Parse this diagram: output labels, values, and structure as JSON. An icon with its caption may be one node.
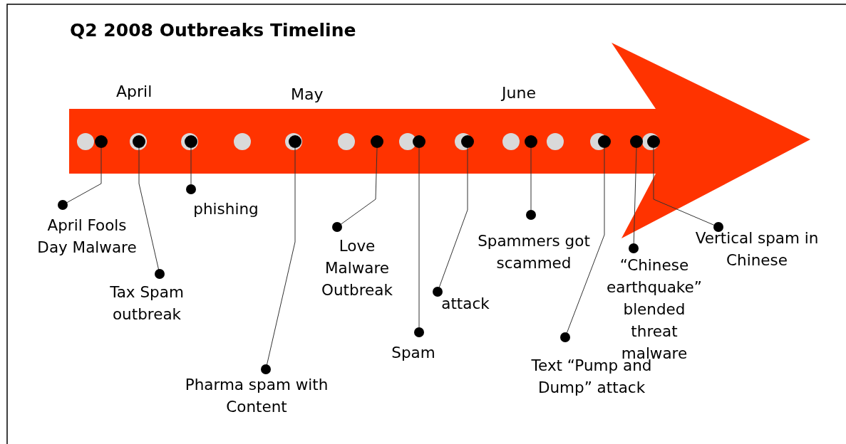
{
  "diagram": {
    "title": "Q2 2008 Outbreaks Timeline",
    "nodes": [
      {
        "text": [
          "April Fools Day Malware"
        ]
      },
      {
        "text": [
          "Tax Spam outbreak"
        ]
      },
      {
        "text": [
          "phishing"
        ]
      },
      {
        "text": [
          "Pharma spam with Content"
        ]
      },
      {
        "text": [
          "Love Malware Outbreak"
        ]
      },
      {
        "text": [
          "Spam"
        ]
      },
      {
        "text": [
          "attack"
        ]
      },
      {
        "text": [
          "Spammers got scammed"
        ]
      },
      {
        "text": [
          "Text “Pump and Dump” attack"
        ]
      },
      {
        "text": [
          "“Chinese earthquake” blended threat malware"
        ]
      },
      {
        "text": [
          "Vertical spam in Chinese"
        ]
      },
      {
        "text": [],
        "shape": "circle"
      },
      {
        "text": [],
        "shape": "circle"
      },
      {
        "text": [],
        "shape": "circle"
      },
      {
        "text": [],
        "shape": "circle"
      },
      {
        "text": [],
        "shape": "circle"
      },
      {
        "text": [],
        "shape": "circle"
      },
      {
        "text": [],
        "shape": "circle"
      },
      {
        "text": [],
        "shape": "circle"
      },
      {
        "text": [],
        "shape": "circle"
      },
      {
        "text": [],
        "shape": "circle"
      },
      {
        "text": [],
        "shape": "circle"
      }
    ],
    "edges": [
      {
        "from": 0,
        "to": 11,
        "arrow": "other"
      },
      {
        "from": 1,
        "to": 12,
        "arrow": "other"
      },
      {
        "from": 2,
        "to": 13,
        "arrow": "other"
      },
      {
        "from": 3,
        "to": 14,
        "arrow": "other"
      },
      {
        "from": 4,
        "to": 15,
        "arrow": "other"
      },
      {
        "from": 5,
        "to": 16,
        "arrow": "other"
      },
      {
        "from": 6,
        "to": 17,
        "arrow": "other"
      },
      {
        "from": 7,
        "to": 18,
        "arrow": "other"
      },
      {
        "from": 8,
        "to": 19,
        "arrow": "other"
      },
      {
        "from": 9,
        "to": 20,
        "arrow": "other"
      },
      {
        "from": 10,
        "to": 21,
        "arrow": "other"
      }
    ],
    "labels": [
      "April",
      "May",
      "June"
    ]
  }
}
